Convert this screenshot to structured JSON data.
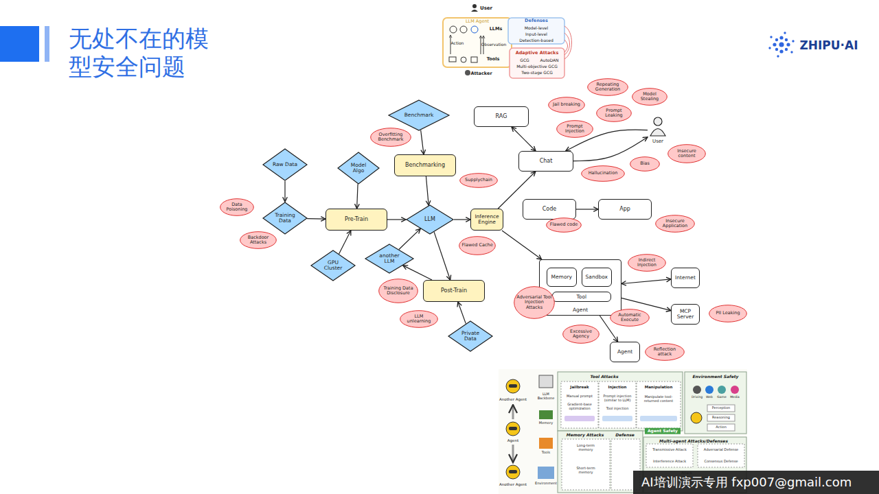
{
  "diagram": {
    "title": "无处不在的模型安全问题",
    "nodes": [
      {
        "text": [
          "Repeating Generation"
        ]
      },
      {
        "text": [
          "Model Stealing"
        ]
      },
      {
        "text": [
          "Jail breaking"
        ]
      },
      {
        "text": [
          "Prompt Leaking"
        ]
      },
      {
        "text": [
          "Benchmark"
        ]
      },
      {
        "text": [
          "RAG"
        ]
      },
      {
        "text": [
          "User"
        ]
      },
      {
        "text": [
          "Prompt Injection"
        ]
      },
      {
        "text": [
          "Overfitting Benchmark"
        ]
      },
      {
        "text": [
          "Insecure content"
        ]
      },
      {
        "text": [
          "Chat"
        ]
      },
      {
        "text": [
          "Raw Data"
        ]
      },
      {
        "text": [
          "Benchmarking"
        ]
      },
      {
        "text": [
          "Model Algo"
        ]
      },
      {
        "text": [
          "Bias"
        ]
      },
      {
        "text": [
          "Hallucination"
        ]
      },
      {
        "text": [
          "Supplychain"
        ]
      },
      {
        "text": [
          "Data Poisoning"
        ]
      },
      {
        "text": [
          "Code"
        ]
      },
      {
        "text": [
          "App"
        ]
      },
      {
        "text": [
          "Training Data"
        ]
      },
      {
        "text": [
          "Pre-Train"
        ]
      },
      {
        "text": [
          "LLM"
        ]
      },
      {
        "text": [
          "Inference Engine"
        ]
      },
      {
        "text": [
          "Insecure Application"
        ]
      },
      {
        "text": [
          "Flawed code"
        ]
      },
      {
        "text": [
          "Backdoor Attacks"
        ]
      },
      {
        "text": [
          "Flawed Cache"
        ]
      },
      {
        "text": [
          "another LLM"
        ]
      },
      {
        "text": [
          "GPU Cluster"
        ]
      },
      {
        "text": [
          "Indirect Injection"
        ]
      },
      {
        "text": [
          "Agent"
        ]
      },
      {
        "text": [
          "Memory"
        ],
        "in": 31
      },
      {
        "text": [
          "Sandbox"
        ],
        "in": 31
      },
      {
        "text": [
          "Tool"
        ],
        "in": 31
      },
      {
        "text": [
          "Internet"
        ]
      },
      {
        "text": [
          "Post-Train"
        ]
      },
      {
        "text": [
          "Training Data Disclosure"
        ]
      },
      {
        "text": [
          "Adversarial Tool Injection Attacks"
        ]
      },
      {
        "text": [
          "MCP Server"
        ]
      },
      {
        "text": [
          "PII Leaking"
        ]
      },
      {
        "text": [
          "Automatic Execute"
        ]
      },
      {
        "text": [
          "LLM unlearning"
        ]
      },
      {
        "text": [
          "Excessive Agency"
        ]
      },
      {
        "text": [
          "Private Data"
        ]
      },
      {
        "text": [
          "Agent"
        ]
      },
      {
        "text": [
          "Reflection attack"
        ]
      }
    ],
    "edges": [
      {
        "from": 11,
        "to": 20,
        "arrow": "to"
      },
      {
        "from": 20,
        "to": 21,
        "arrow": "to"
      },
      {
        "from": 13,
        "to": 21,
        "arrow": "to"
      },
      {
        "from": 29,
        "to": 21,
        "arrow": "to"
      },
      {
        "from": 21,
        "to": 22,
        "arrow": "to"
      },
      {
        "from": 4,
        "to": 12,
        "arrow": "to"
      },
      {
        "from": 12,
        "to": 22,
        "arrow": "to"
      },
      {
        "from": 22,
        "to": 23,
        "arrow": "to"
      },
      {
        "from": 22,
        "to": 36,
        "arrow": "to"
      },
      {
        "from": 36,
        "to": 28,
        "arrow": "to"
      },
      {
        "from": 28,
        "to": 22,
        "arrow": "to"
      },
      {
        "from": 44,
        "to": 36,
        "arrow": "to"
      },
      {
        "from": 23,
        "to": 10,
        "arrow": "to"
      },
      {
        "from": 10,
        "to": 5,
        "arrow": "both"
      },
      {
        "from": 6,
        "to": 10,
        "arrow": "to"
      },
      {
        "from": 10,
        "to": 6,
        "arrow": "to"
      },
      {
        "from": 18,
        "to": 19,
        "arrow": "to"
      },
      {
        "from": 23,
        "to": 31,
        "arrow": "to"
      },
      {
        "from": 31,
        "to": 35,
        "arrow": "both"
      },
      {
        "from": 31,
        "to": 39,
        "arrow": "to"
      },
      {
        "from": 31,
        "to": 45,
        "arrow": "to"
      }
    ],
    "labels": [
      "ZHIPU·AI",
      "User",
      "LLM Agent",
      "LLMs",
      "Action",
      "Observation",
      "Tools",
      "Attacker",
      "Defenses",
      "Model-level",
      "Input-level",
      "Detection-based",
      "Adaptive Attacks",
      "GCG",
      "AutoDAN",
      "Multi-objective GCG",
      "Two-stage GCG",
      "Another Agent",
      "Agent",
      "Another Agent",
      "LLM Backbone",
      "Memory",
      "Tools",
      "Environment",
      "Tool Attacks",
      "Jailbreak",
      "Manual prompt",
      "Gradient-base optimization",
      "Injection",
      "Prompt injection (similar to LLM)",
      "Tool injection",
      "Manipulation",
      "Manipulate tool-returned content",
      "Environment Safety",
      "Driving",
      "Web",
      "Game",
      "Media",
      "Perception",
      "Reasoning",
      "Action",
      "Agent Safety",
      "Memory Attacks",
      "Defense",
      "Long-term memory",
      "Short-term memory",
      "Multi-agent Attacks/Defenses",
      "Transmissive Attack",
      "Interference Attack",
      "Adversarial Defense",
      "Consensus Defense",
      "Attack",
      "Defense",
      "AI培训演示专用 fxp007@gmail.com"
    ]
  }
}
